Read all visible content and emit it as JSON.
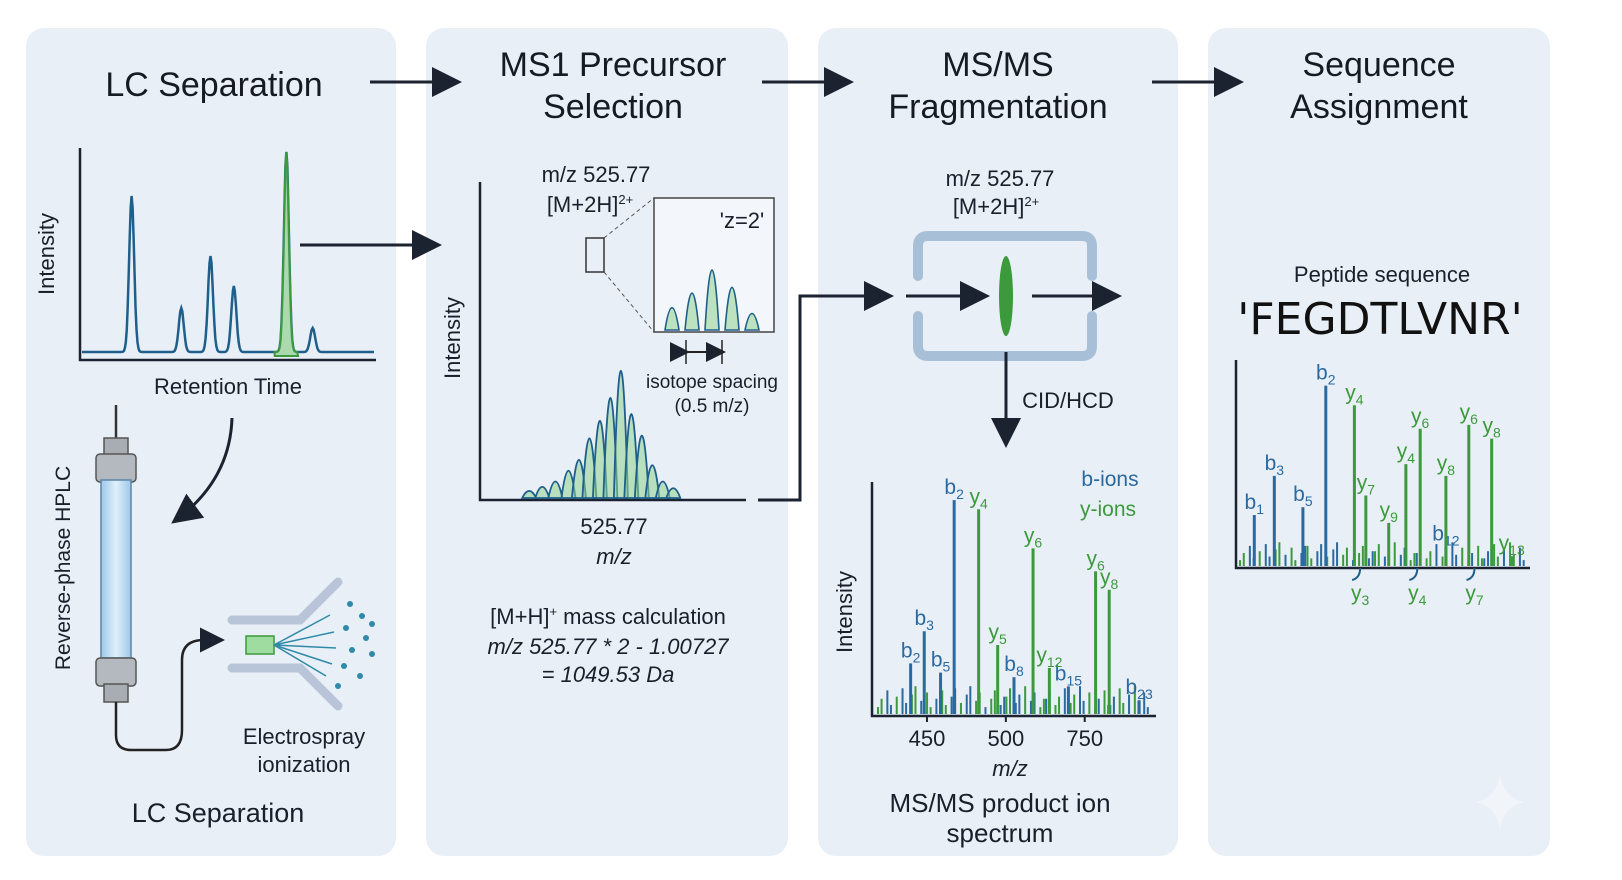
{
  "panels": {
    "lc": {
      "title": "LC Separation",
      "chart_ylabel": "Intensity",
      "chart_xlabel": "Retention Time",
      "column_label": "Reverse-phase HPLC",
      "esi_label_1": "Electrospray",
      "esi_label_2": "ionization",
      "footer": "LC Separation"
    },
    "ms1": {
      "title_1": "MS1 Precursor",
      "title_2": "Selection",
      "peak_mz": "m/z 525.77",
      "peak_ion": "[M+2H]",
      "peak_ion_sup": "2+",
      "zoom_label": "'z=2'",
      "isotope_1": "isotope spacing",
      "isotope_2": "(0.5 m/z)",
      "ylabel": "Intensity",
      "x_tick": "525.77",
      "xlabel": "m/z",
      "calc_title": "[M+H]",
      "calc_title_sup": "+",
      "calc_title_rest": " mass calculation",
      "calc_line1": "m/z 525.77 * 2 - 1.00727",
      "calc_line2": "= 1049.53 Da"
    },
    "msms": {
      "title_1": "MS/MS",
      "title_2": "Fragmentation",
      "precursor_mz": "m/z 525.77",
      "precursor_ion": "[M+2H]",
      "precursor_ion_sup": "2+",
      "method": "CID/HCD",
      "legend_b": "b-ions",
      "legend_y": "y-ions",
      "ylabel": "Intensity",
      "xlabel": "m/z",
      "footer_1": "MS/MS product ion",
      "footer_2": "spectrum"
    },
    "seq": {
      "title_1": "Sequence",
      "title_2": "Assignment",
      "subtitle": "Peptide sequence",
      "sequence": "'FEGDTLVNR'"
    }
  },
  "colors": {
    "panel": "#e9eff7",
    "b_ion": "#2a6aa0",
    "y_ion": "#3c9a3c",
    "trace": "#1f5f8b",
    "highlight": "#8fd18f"
  },
  "chart_data": [
    {
      "type": "line",
      "title": "",
      "xlabel": "Retention Time",
      "ylabel": "Intensity",
      "peaks": [
        {
          "x": 0.17,
          "height": 0.78,
          "highlight": false
        },
        {
          "x": 0.34,
          "height": 0.22,
          "highlight": false
        },
        {
          "x": 0.44,
          "height": 0.48,
          "highlight": false
        },
        {
          "x": 0.52,
          "height": 0.33,
          "highlight": false
        },
        {
          "x": 0.7,
          "height": 1.0,
          "highlight": true
        },
        {
          "x": 0.79,
          "height": 0.12,
          "highlight": false
        }
      ]
    },
    {
      "type": "bar",
      "title": "",
      "xlabel": "m/z",
      "ylabel": "Intensity",
      "x_ticks": [
        "525.77"
      ],
      "peaks": [
        {
          "x": 0.18,
          "h": 0.03
        },
        {
          "x": 0.23,
          "h": 0.06
        },
        {
          "x": 0.28,
          "h": 0.1
        },
        {
          "x": 0.33,
          "h": 0.18
        },
        {
          "x": 0.37,
          "h": 0.26
        },
        {
          "x": 0.41,
          "h": 0.42
        },
        {
          "x": 0.45,
          "h": 0.55
        },
        {
          "x": 0.49,
          "h": 0.72
        },
        {
          "x": 0.53,
          "h": 0.92
        },
        {
          "x": 0.57,
          "h": 0.6
        },
        {
          "x": 0.61,
          "h": 0.44
        },
        {
          "x": 0.65,
          "h": 0.22
        },
        {
          "x": 0.69,
          "h": 0.1
        },
        {
          "x": 0.73,
          "h": 0.05
        }
      ],
      "inset_label": "'z=2'"
    },
    {
      "type": "bar",
      "title": "",
      "xlabel": "m/z",
      "ylabel": "Intensity",
      "x_ticks": [
        "450",
        "500",
        "750"
      ],
      "series": [
        {
          "name": "b-ions",
          "peaks": [
            {
              "x": 0.12,
              "h": 0.22,
              "label": "b2",
              "sub": "2"
            },
            {
              "x": 0.17,
              "h": 0.36,
              "label": "b3",
              "sub": "3"
            },
            {
              "x": 0.23,
              "h": 0.18,
              "label": "b5",
              "sub": "5"
            },
            {
              "x": 0.28,
              "h": 0.93,
              "label": "b2",
              "sub": "2"
            },
            {
              "x": 0.5,
              "h": 0.16,
              "label": "b8",
              "sub": "8"
            },
            {
              "x": 0.7,
              "h": 0.12,
              "label": "b15",
              "sub": "15"
            },
            {
              "x": 0.96,
              "h": 0.06,
              "label": "b23",
              "sub": "23"
            }
          ]
        },
        {
          "name": "y-ions",
          "peaks": [
            {
              "x": 0.37,
              "h": 0.89,
              "label": "y4",
              "sub": "4"
            },
            {
              "x": 0.44,
              "h": 0.3,
              "label": "y5",
              "sub": "5"
            },
            {
              "x": 0.57,
              "h": 0.72,
              "label": "y6",
              "sub": "6"
            },
            {
              "x": 0.63,
              "h": 0.2,
              "label": "y12",
              "sub": "12"
            },
            {
              "x": 0.8,
              "h": 0.62,
              "label": "y6",
              "sub": "6"
            },
            {
              "x": 0.85,
              "h": 0.54,
              "label": "y8",
              "sub": "8"
            }
          ]
        }
      ]
    },
    {
      "type": "bar",
      "title": "",
      "xlabel": "",
      "ylabel": "",
      "series": [
        {
          "name": "b-ions",
          "peaks": [
            {
              "x": 0.05,
              "h": 0.26,
              "label": "b1",
              "sub": "1"
            },
            {
              "x": 0.12,
              "h": 0.46,
              "label": "b3",
              "sub": "3"
            },
            {
              "x": 0.22,
              "h": 0.3,
              "label": "b5",
              "sub": "5"
            },
            {
              "x": 0.3,
              "h": 0.92,
              "label": "b2",
              "sub": "2"
            },
            {
              "x": 0.72,
              "h": 0.1,
              "label": "b12",
              "sub": "12"
            }
          ]
        },
        {
          "name": "y-ions",
          "peaks": [
            {
              "x": 0.4,
              "h": 0.82,
              "label": "y4",
              "sub": "4"
            },
            {
              "x": 0.44,
              "h": 0.36,
              "label": "y7",
              "sub": "7"
            },
            {
              "x": 0.52,
              "h": 0.22,
              "label": "y9",
              "sub": "9"
            },
            {
              "x": 0.58,
              "h": 0.52,
              "label": "y4",
              "sub": "4"
            },
            {
              "x": 0.63,
              "h": 0.7,
              "label": "y6",
              "sub": "6"
            },
            {
              "x": 0.72,
              "h": 0.46,
              "label": "y8",
              "sub": "8"
            },
            {
              "x": 0.8,
              "h": 0.72,
              "label": "y6",
              "sub": "6"
            },
            {
              "x": 0.88,
              "h": 0.65,
              "label": "y8",
              "sub": "8"
            },
            {
              "x": 0.95,
              "h": 0.05,
              "label": "y13",
              "sub": "13"
            }
          ],
          "below_labels": [
            {
              "label": "y3",
              "sub": "3"
            },
            {
              "label": "y4",
              "sub": "4"
            },
            {
              "label": "y7",
              "sub": "7"
            }
          ]
        }
      ]
    }
  ]
}
